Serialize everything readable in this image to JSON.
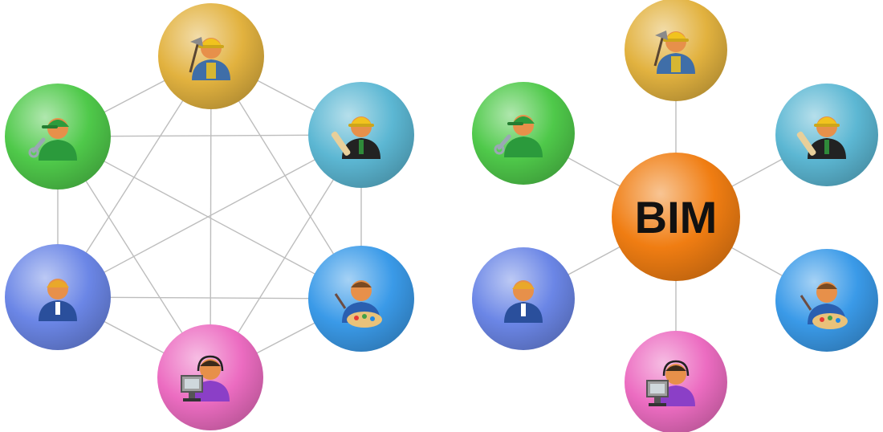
{
  "hub": {
    "label": "BIM",
    "color": "#f07d12"
  },
  "roles": [
    {
      "key": "surveyor",
      "icon": "shovel-worker-icon",
      "color": "#e2b23f"
    },
    {
      "key": "mechanic",
      "icon": "mechanic-wrench-icon",
      "color": "#4fc94a"
    },
    {
      "key": "architect",
      "icon": "architect-blueprint-icon",
      "color": "#5cb7d3"
    },
    {
      "key": "manager",
      "icon": "manager-hardhat-icon",
      "color": "#6b86e6"
    },
    {
      "key": "designer",
      "icon": "painter-palette-icon",
      "color": "#3a9ae8"
    },
    {
      "key": "operator",
      "icon": "computer-operator-icon",
      "color": "#ec6cc1"
    }
  ],
  "colors": {
    "line": "#bdbdbd",
    "skin": "#e7904a",
    "hardhat": "#f1c31e",
    "cap": "#2d9b3c"
  }
}
